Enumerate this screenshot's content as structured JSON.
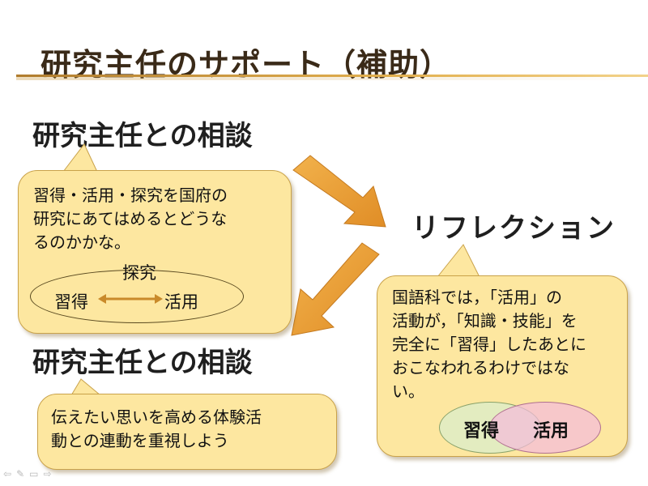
{
  "slide": {
    "title": "研究主任のサポート（補助）",
    "heading_top": "研究主任との相談",
    "heading_bottom": "研究主任との相談",
    "reflection": "リフレクション"
  },
  "bubble_top": {
    "lines": [
      "習得・活用・探究を国府の",
      "研究にあてはめるとどうな",
      "るのかかな。"
    ],
    "diagram": {
      "top": "探究",
      "left": "習得",
      "right": "活用"
    }
  },
  "bubble_right": {
    "lines": [
      "国語科では，「活用」の",
      "活動が，「知識・技能」を",
      "完全に「習得」したあとに",
      "おこなわれるわけではな",
      "い。"
    ],
    "venn": {
      "left": "習得",
      "right": "活用"
    }
  },
  "bubble_bottom": {
    "lines": [
      "伝えたい思いを高める体験活",
      "動との連動を重視しよう"
    ]
  },
  "colors": {
    "bubble_fill": "#fde7a0",
    "arrow": "#eba23a",
    "accent_line": "#e2b04f"
  },
  "nav_icons": [
    "prev-icon",
    "pen-icon",
    "menu-icon",
    "next-icon"
  ]
}
